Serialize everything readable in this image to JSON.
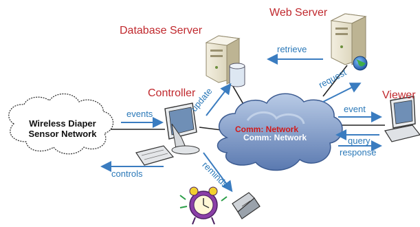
{
  "nodes": {
    "database_server": "Database Server",
    "web_server": "Web Server",
    "controller": "Controller",
    "viewer": "Viewer",
    "sensor_network_line1": "Wireless Diaper",
    "sensor_network_line2": "Sensor Network",
    "network_red": "Comm: Network",
    "network_white": "Comm: Network"
  },
  "edges": {
    "retrieve": "retrieve",
    "request": "request",
    "update": "update",
    "events": "events",
    "controls": "controls",
    "reminds": "reminds",
    "event": "event",
    "query": "query",
    "response": "response"
  },
  "colors": {
    "node_label": "#c0282d",
    "edge_label": "#2a78b8",
    "arrow": "#3a7cc0",
    "cloud": "#5b7fb8",
    "server": "#e8e2cc"
  },
  "icons": [
    "server-icon",
    "database-icon",
    "globe-icon",
    "computer-icon",
    "keyboard-icon",
    "laptop-icon",
    "alarm-clock-icon",
    "phone-icon",
    "cloud-icon"
  ]
}
